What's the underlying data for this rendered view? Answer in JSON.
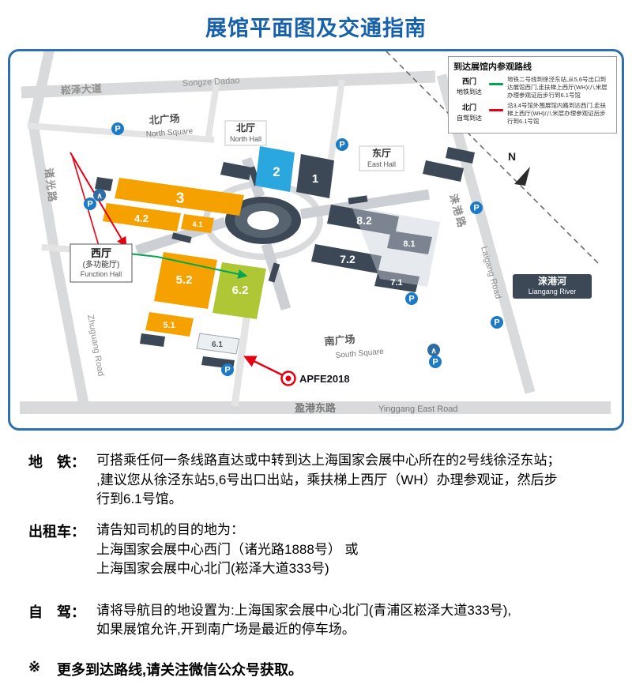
{
  "title": "展馆平面图及交通指南",
  "colors": {
    "accent_blue": "#1660AC",
    "hall_orange": "#F5A200",
    "hall_cyan": "#2BA7DF",
    "hall_navy": "#3C4856",
    "hall_green": "#AFC635",
    "route_metro_green": "#00A650",
    "route_drive_red": "#E60012",
    "parking_blue": "#1D7AC5",
    "road_gray": "#D9DADB"
  },
  "map": {
    "compass": "N",
    "legend": {
      "title": "到达展馆内参观路线",
      "items": [
        {
          "gate": "西门",
          "mode": "地铁到达",
          "color": "#00A650",
          "desc": "地铁二号线到徐泾东站,从5,6号出口到达展馆西门,走扶梯上西厅(WH)/八米层办理参观证后步行到6.1号馆"
        },
        {
          "gate": "北门",
          "mode": "自驾到达",
          "color": "#E60012",
          "desc": "沿3,4号馆外围展馆内路到达西门,走扶梯上西厅(WH)/八米层办理参观证后步行到6.1号馆"
        }
      ]
    },
    "roads": {
      "songze_zh": "崧泽大道",
      "songze_en": "Songze Dadao",
      "zhuguang_zh": "诸光路",
      "zhuguang_en": "Zhuguang Road",
      "laigang_zh": "涞港路",
      "laigang_en": "Laigang Road",
      "yinggang_zh": "盈港东路",
      "yinggang_en": "Yinggang East Road"
    },
    "areas": {
      "north_square_zh": "北广场",
      "north_square_en": "North Square",
      "south_square_zh": "南广场",
      "south_square_en": "South Square"
    },
    "north_hall": {
      "zh": "北厅",
      "en": "North Hall"
    },
    "east_hall": {
      "zh": "东厅",
      "en": "East Hall"
    },
    "west_hall": {
      "line1": "西厅",
      "line2": "(多功能厅)",
      "line3": "Function Hall"
    },
    "river": {
      "zh": "涞港河",
      "en": "Liangang River"
    },
    "apfe": "APFE2018",
    "icons": {
      "parking": "P",
      "hotel": "∧"
    },
    "halls": [
      {
        "label": "2",
        "color": "#2BA7DF"
      },
      {
        "label": "1",
        "color": "#3C4856"
      },
      {
        "label": "3",
        "color": "#F5A200"
      },
      {
        "label": "4.2",
        "color": "#F5A200"
      },
      {
        "label": "4.1",
        "color": "#F5A200"
      },
      {
        "label": "5.2",
        "color": "#F5A200"
      },
      {
        "label": "5.1",
        "color": "#F5A200"
      },
      {
        "label": "6.2",
        "color": "#AFC635"
      },
      {
        "label": "6.1",
        "color": "#FFFFFF"
      },
      {
        "label": "8.2",
        "color": "#3C4856"
      },
      {
        "label": "8.1",
        "color": "#3C4856"
      },
      {
        "label": "7.2",
        "color": "#3C4856"
      },
      {
        "label": "7.1",
        "color": "#3C4856"
      }
    ]
  },
  "guide": {
    "sections": [
      {
        "label": "地　铁：",
        "text": "可搭乘任何一条线路直达或中转到达上海国家会展中心所在的2号线徐泾东站；\n,建议您从徐泾东站5,6号出口出站，乘扶梯上西厅（WH）办理参观证，然后步\n行到6.1号馆。"
      },
      {
        "label": "出租车：",
        "text": "请告知司机的目的地为：\n上海国家会展中心西门（诸光路1888号） 或\n上海国家会展中心北门(崧泽大道333号)"
      },
      {
        "label": "自　驾：",
        "text": "请将导航目的地设置为:上海国家会展中心北门(青浦区崧泽大道333号),\n如果展馆允许,开到南广场是最近的停车场。"
      }
    ],
    "footer_mark": "※",
    "footer": "更多到达路线,请关注微信公众号获取。"
  }
}
